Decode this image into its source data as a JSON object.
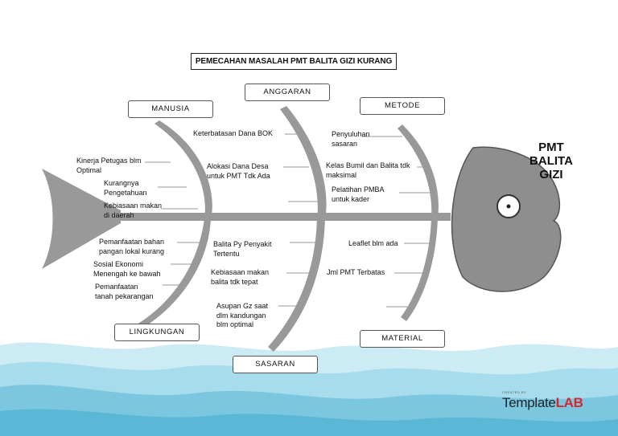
{
  "title": "PEMECAHAN MASALAH PMT BALITA GIZI KURANG",
  "head_label": "PMT\nBALITA\nGIZI",
  "categories": {
    "manusia": "MANUSIA",
    "anggaran": "ANGGARAN",
    "metode": "METODE",
    "lingkungan": "LINGKUNGAN",
    "sasaran": "SASARAN",
    "material": "MATERIAL"
  },
  "causes": {
    "manusia": [
      "Kinerja Petugas blm\nOptimal",
      "Kurangnya\nPengetahuan",
      "Kebiasaan makan\ndi daerah"
    ],
    "anggaran": [
      "Keterbatasan Dana BOK",
      "Alokasi Dana Desa\nuntuk PMT Tdk Ada"
    ],
    "metode": [
      "Penyuluhan\nsasaran",
      "Kelas Bumil dan Balita tdk\nmaksimal",
      "Pelatihan PMBA\nuntuk kader"
    ],
    "lingkungan": [
      "Pemanfaatan bahan\npangan lokal kurang",
      "Sosial Ekonomi\nMenengah ke bawah",
      "Pemanfaatan\ntanah pekarangan"
    ],
    "sasaran": [
      "Balita Py Penyakit\nTertentu",
      "Kebiasaan makan\nbalita tdk tepat",
      "Asupan Gz saat\ndlm kandungan\nblm optimal"
    ],
    "material": [
      "Leaflet blm ada",
      "Jml PMT Terbatas"
    ]
  },
  "logo": {
    "small": "CREATED BY",
    "main": "Template",
    "accent": "LAB"
  },
  "colors": {
    "bone": "#999999",
    "head": "#8e8e8e",
    "wave_light": "#cdebf4",
    "wave_mid": "#8fd0e6",
    "wave_dark": "#5bb7d6",
    "logo_accent": "#d9262c"
  }
}
